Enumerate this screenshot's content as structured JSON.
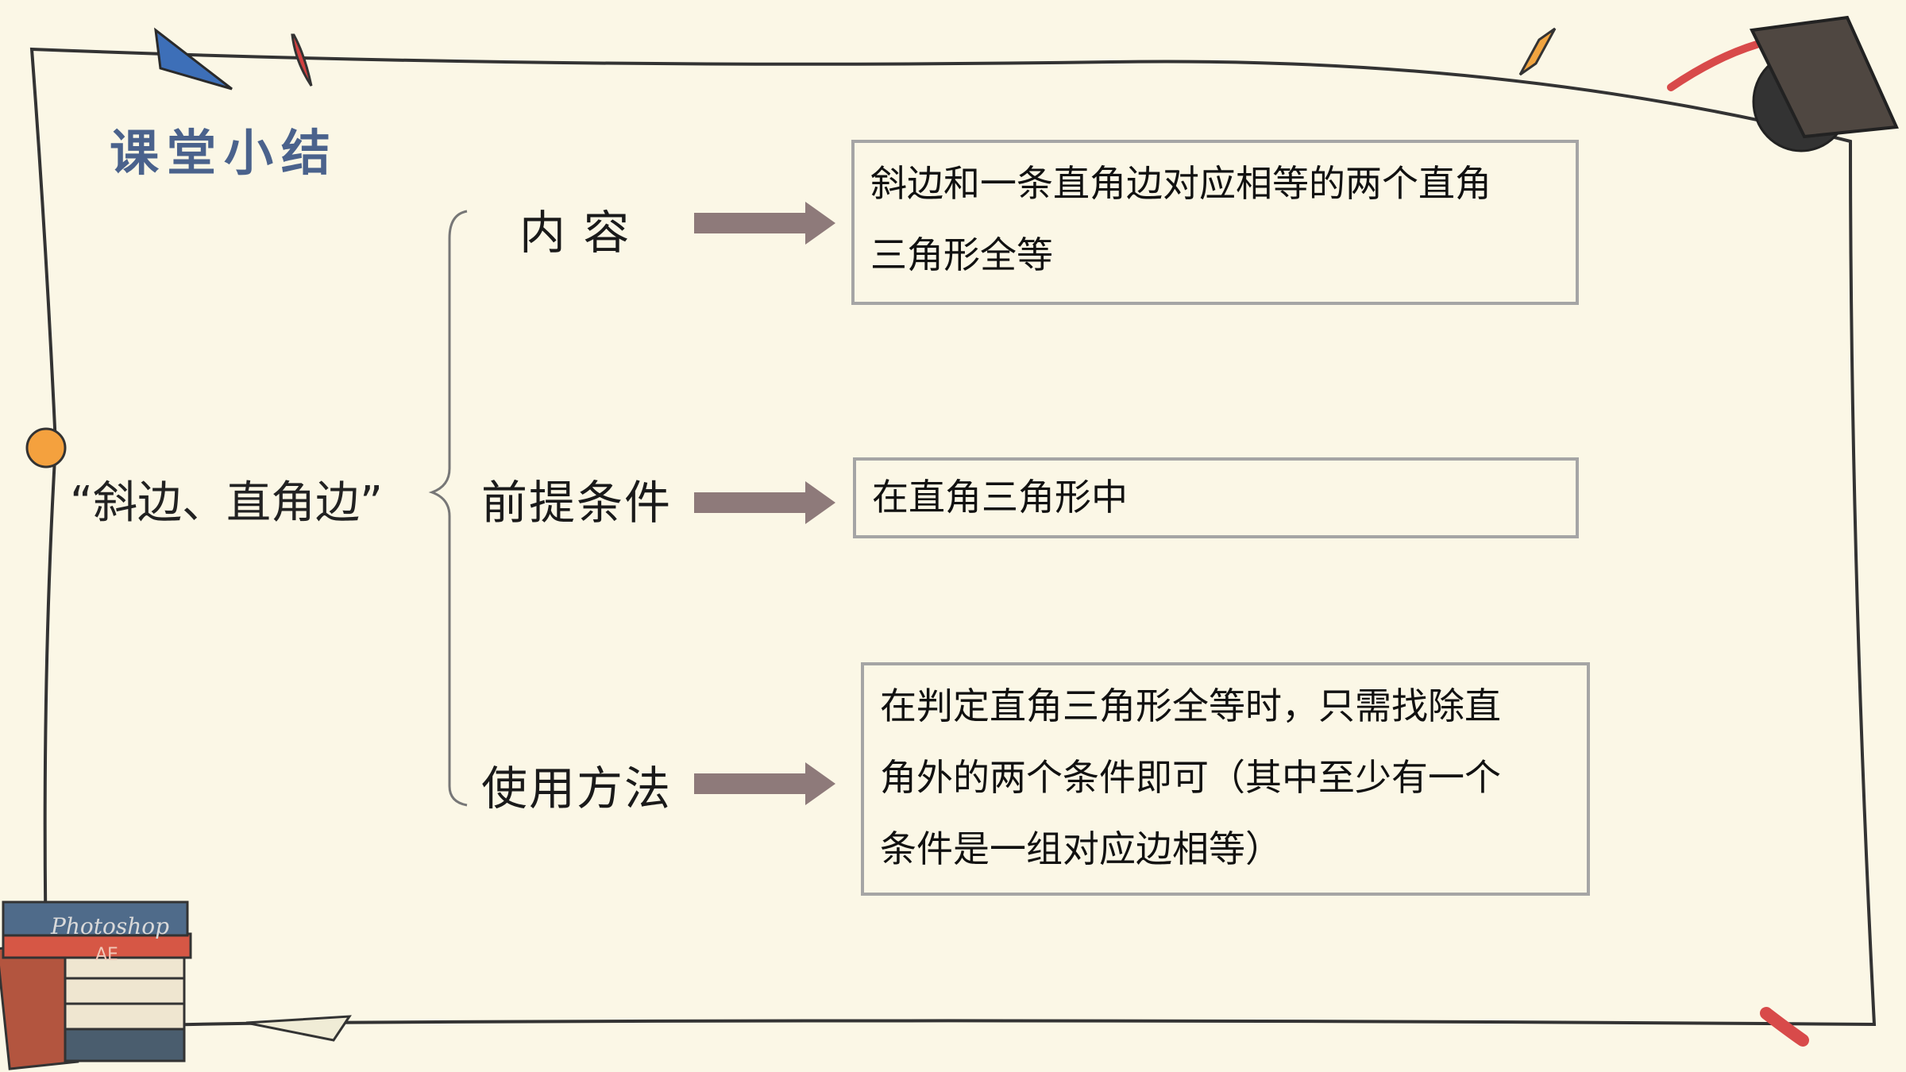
{
  "slide": {
    "title": "课堂小结",
    "root": "“斜边、直角边”",
    "branches": [
      {
        "label": "内 容",
        "lines": [
          "斜边和一条直角边对应相等的两个直角",
          "三角形全等"
        ]
      },
      {
        "label": "前提条件",
        "lines": [
          "在直角三角形中"
        ]
      },
      {
        "label": "使用方法",
        "lines": [
          "在判定直角三角形全等时，只需找除直",
          "角外的两个条件即可（其中至少有一个",
          "条件是一组对应边相等）"
        ]
      }
    ],
    "decor": {
      "book_top_label": "Photoshop",
      "book_second_label": "AE"
    }
  }
}
